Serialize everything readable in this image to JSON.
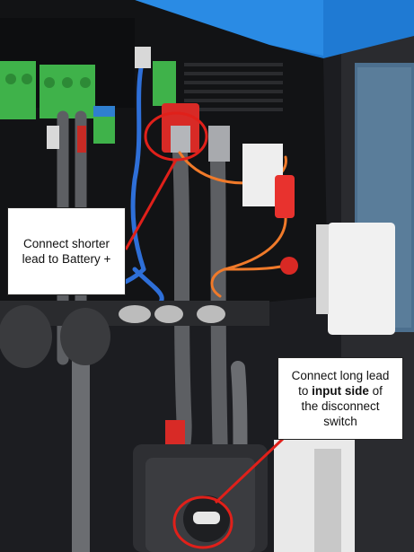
{
  "callouts": {
    "battery": {
      "line1": "Connect shorter",
      "line2": "lead to Battery +"
    },
    "switch": {
      "line1": "Connect long lead",
      "line2_prefix": "to ",
      "line2_bold": "input side",
      "line2_suffix": " of",
      "line3": "the disconnect",
      "line4": "switch"
    }
  },
  "colors": {
    "annotation_red": "#e0201a",
    "inverter_blue": "#1e7fd6",
    "terminal_green": "#3fb24a",
    "cable_grey": "#5d5f63",
    "wire_blue": "#2e6fd8",
    "wire_orange": "#f07a2a",
    "fuse_red": "#e8322e"
  },
  "icons": {
    "highlight_marker": "red-ellipse",
    "pointer": "red-arrow-line"
  }
}
